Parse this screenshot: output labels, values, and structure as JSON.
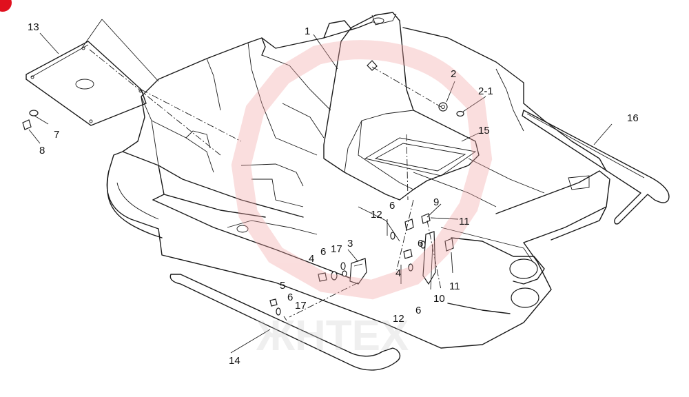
{
  "diagram": {
    "labels": {
      "l1": "1",
      "l2": "2",
      "l2_1": "2-1",
      "l3": "3",
      "l4a": "4",
      "l4b": "4",
      "l5": "5",
      "l6a": "6",
      "l6b": "6",
      "l6c": "6",
      "l6d": "6",
      "l6e": "6",
      "l7": "7",
      "l8": "8",
      "l9": "9",
      "l10": "10",
      "l11a": "11",
      "l11b": "11",
      "l12a": "12",
      "l12b": "12",
      "l13": "13",
      "l14": "14",
      "l15": "15",
      "l16": "16",
      "l17a": "17",
      "l17b": "17"
    },
    "watermark": {
      "text": "ЖНТЕХ",
      "color": "#f2a0a0"
    },
    "corner_badge_color": "#e0101e"
  }
}
